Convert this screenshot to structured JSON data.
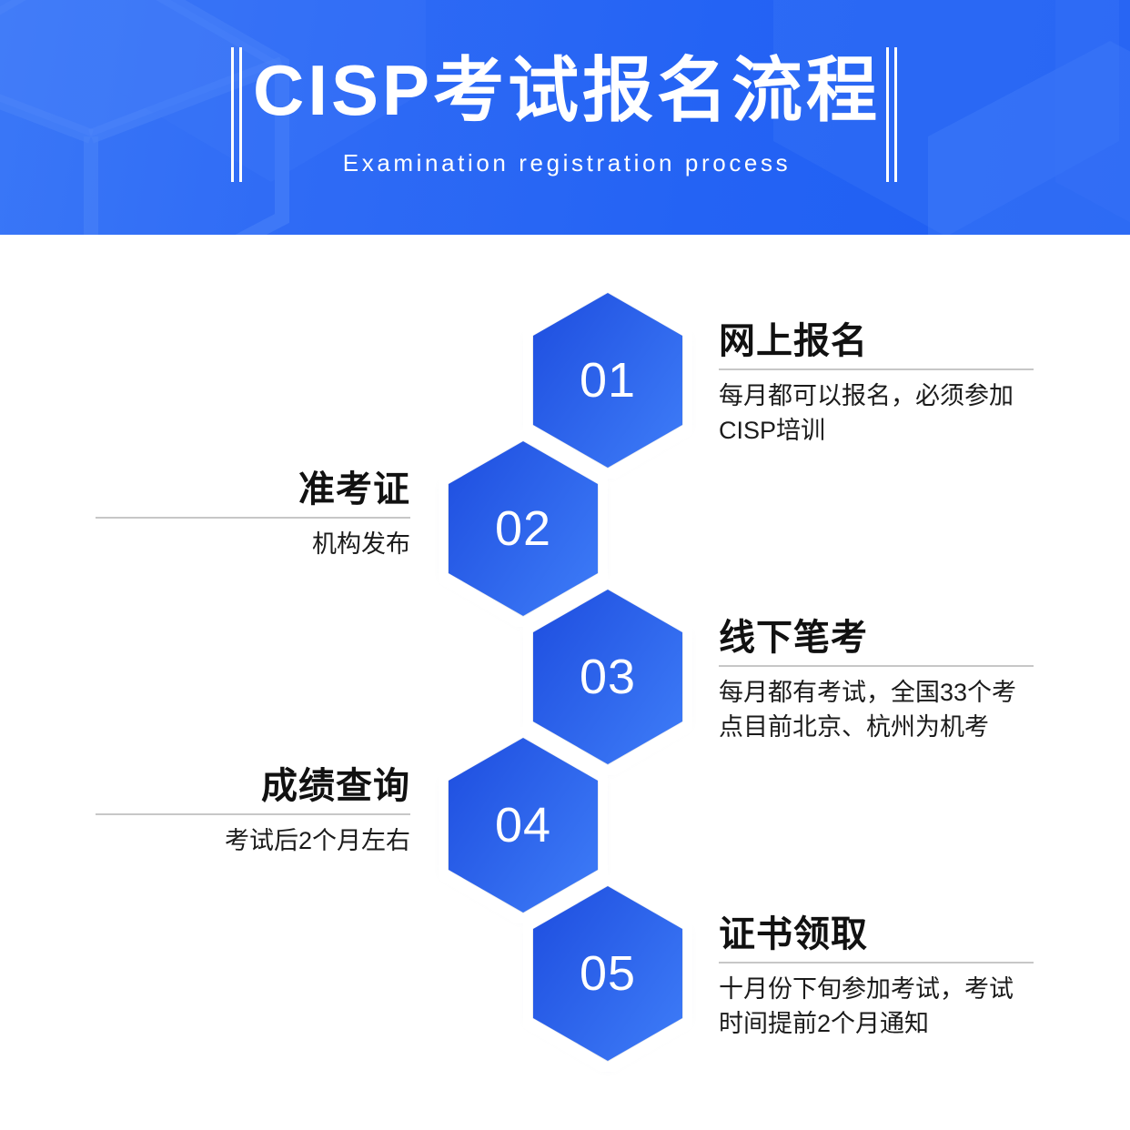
{
  "header": {
    "title": "CISP考试报名流程",
    "subtitle": "Examination registration process",
    "bg_gradient_from": "#3a77f7",
    "bg_gradient_to": "#1f5ef2",
    "title_color": "#ffffff",
    "bar_left_icon": "vertical-double-bar",
    "bar_right_icon": "vertical-double-bar"
  },
  "theme": {
    "hex_gradient_from": "#1f4fe0",
    "hex_gradient_to": "#3d7bf7",
    "hex_border": "#ffffff",
    "rule_color": "#c7c7c7",
    "title_color": "#111111",
    "desc_color": "#1b1b1b"
  },
  "steps": [
    {
      "number": "01",
      "side": "right",
      "title": "网上报名",
      "desc": " 每月都可以报名，必须参加CISP培训"
    },
    {
      "number": "02",
      "side": "left",
      "title": "准考证",
      "desc": "机构发布"
    },
    {
      "number": "03",
      "side": "right",
      "title": "线下笔考",
      "desc": "每月都有考试，全国33个考点目前北京、杭州为机考"
    },
    {
      "number": "04",
      "side": "left",
      "title": "成绩查询",
      "desc": "考试后2个月左右"
    },
    {
      "number": "05",
      "side": "right",
      "title": "证书领取",
      "desc": "十月份下旬参加考试，考试时间提前2个月通知"
    }
  ]
}
